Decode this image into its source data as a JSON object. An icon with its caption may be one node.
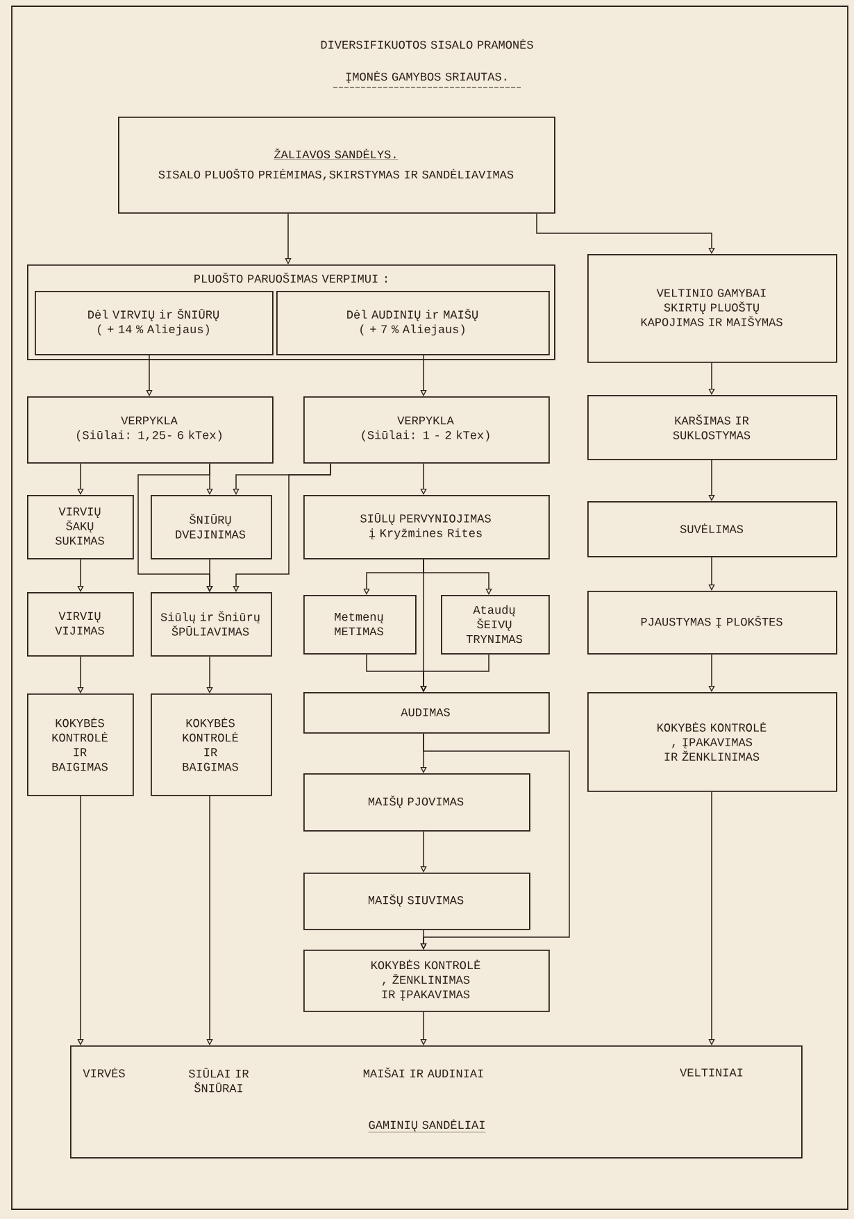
{
  "diagram": {
    "title": "DIVERSIFIKUOTOS SISALO PRAMONĖS ĮMONĖS GAMYBOS SRIAUTAS.",
    "nodes": [
      {
        "text": [
          "ŽALIAVOS SANDĖLYS.",
          "SISALO PLUOŠTO PRIĖMIMAS,SKIRSTYMAS IR SANDĖLIAVIMAS"
        ]
      },
      {
        "text": [
          "PLUOŠTO PARUOŠIMAS VERPIMUI :"
        ]
      },
      {
        "text": [
          "Dėl VIRVIŲ ir ŠNIŪRŲ ( + 14 % Aliejaus)"
        ],
        "in": 1
      },
      {
        "text": [
          "Dėl AUDINIŲ ir MAIŠŲ ( + 7 % Aliejaus)"
        ],
        "in": 1
      },
      {
        "text": [
          "VELTINIO GAMYBAI SKIRTŲ PLUOŠTŲ KAPOJIMAS IR MAIŠYMAS"
        ]
      },
      {
        "text": [
          "VERPYKLA",
          "(Siūlai: 1,25- 6 kTex)"
        ]
      },
      {
        "text": [
          "VERPYKLA",
          "(Siūlai: 1 - 2 kTex)"
        ]
      },
      {
        "text": [
          "KARŠIMAS IR SUKLOSTYMAS"
        ]
      },
      {
        "text": [
          "VIRVIŲ ŠAKŲ SUKIMAS"
        ]
      },
      {
        "text": [
          "ŠNIŪRŲ DVEJINIMAS"
        ]
      },
      {
        "text": [
          "SIŪLŲ PERVYNIOJIMAS į Kryžmines Rites"
        ]
      },
      {
        "text": [
          "SUVĖLIMAS"
        ]
      },
      {
        "text": [
          "VIRVIŲ VIJIMAS"
        ]
      },
      {
        "text": [
          "Siūlų ir Šniūrų ŠPŪLIAVIMAS"
        ]
      },
      {
        "text": [
          "Metmenų METIMAS"
        ]
      },
      {
        "text": [
          "Ataudų ŠEIVŲ TRYNIMAS"
        ]
      },
      {
        "text": [
          "PJAUSTYMAS Į PLOKŠTES"
        ]
      },
      {
        "text": [
          "KOKYBĖS KONTROLĖ IR BAIGIMAS"
        ]
      },
      {
        "text": [
          "KOKYBĖS KONTROLĖ IR BAIGIMAS"
        ]
      },
      {
        "text": [
          "AUDIMAS"
        ]
      },
      {
        "text": [
          "KOKYBĖS KONTROLĖ , ĮPAKAVIMAS IR ŽENKLINIMAS"
        ]
      },
      {
        "text": [
          "MAIŠŲ PJOVIMAS"
        ]
      },
      {
        "text": [
          "MAIŠŲ SIUVIMAS"
        ]
      },
      {
        "text": [
          "KOKYBĖS KONTROLĖ , ŽENKLINIMAS IR ĮPAKAVIMAS"
        ]
      },
      {
        "text": [
          "VIRVĖS",
          "SIŪLAI IR ŠNIŪRAI",
          "MAIŠAI IR AUDINIAI",
          "VELTINIAI",
          "GAMINIŲ SANDĖLIAI"
        ]
      }
    ],
    "edges": [
      {
        "from": 0,
        "to": 1,
        "arrow": "to"
      },
      {
        "from": 0,
        "to": 4,
        "arrow": "to"
      },
      {
        "from": 2,
        "to": 5,
        "arrow": "to"
      },
      {
        "from": 3,
        "to": 6,
        "arrow": "to"
      },
      {
        "from": 4,
        "to": 7,
        "arrow": "to"
      },
      {
        "from": 5,
        "to": 8,
        "arrow": "to"
      },
      {
        "from": 5,
        "to": 9,
        "arrow": "to"
      },
      {
        "from": 6,
        "to": 9,
        "arrow": "to"
      },
      {
        "from": 5,
        "to": 13,
        "arrow": "to"
      },
      {
        "from": 6,
        "to": 13,
        "arrow": "to"
      },
      {
        "from": 9,
        "to": 13,
        "arrow": "to"
      },
      {
        "from": 8,
        "to": 12,
        "arrow": "to"
      },
      {
        "from": 12,
        "to": 17,
        "arrow": "to"
      },
      {
        "from": 13,
        "to": 18,
        "arrow": "to"
      },
      {
        "from": 6,
        "to": 10,
        "arrow": "to"
      },
      {
        "from": 10,
        "to": 14,
        "arrow": "to"
      },
      {
        "from": 10,
        "to": 15,
        "arrow": "to"
      },
      {
        "from": 10,
        "to": 19,
        "arrow": "to"
      },
      {
        "from": 14,
        "to": 19,
        "arrow": "to"
      },
      {
        "from": 15,
        "to": 19,
        "arrow": "to"
      },
      {
        "from": 19,
        "to": 21,
        "arrow": "to"
      },
      {
        "from": 19,
        "to": 23,
        "arrow": "to"
      },
      {
        "from": 21,
        "to": 22,
        "arrow": "to"
      },
      {
        "from": 22,
        "to": 23,
        "arrow": "to"
      },
      {
        "from": 23,
        "to": 24,
        "arrow": "to"
      },
      {
        "from": 17,
        "to": 24,
        "arrow": "to"
      },
      {
        "from": 18,
        "to": 24,
        "arrow": "to"
      },
      {
        "from": 20,
        "to": 24,
        "arrow": "to"
      },
      {
        "from": 7,
        "to": 11,
        "arrow": "to"
      },
      {
        "from": 11,
        "to": 16,
        "arrow": "to"
      },
      {
        "from": 16,
        "to": 20,
        "arrow": "to"
      }
    ]
  }
}
